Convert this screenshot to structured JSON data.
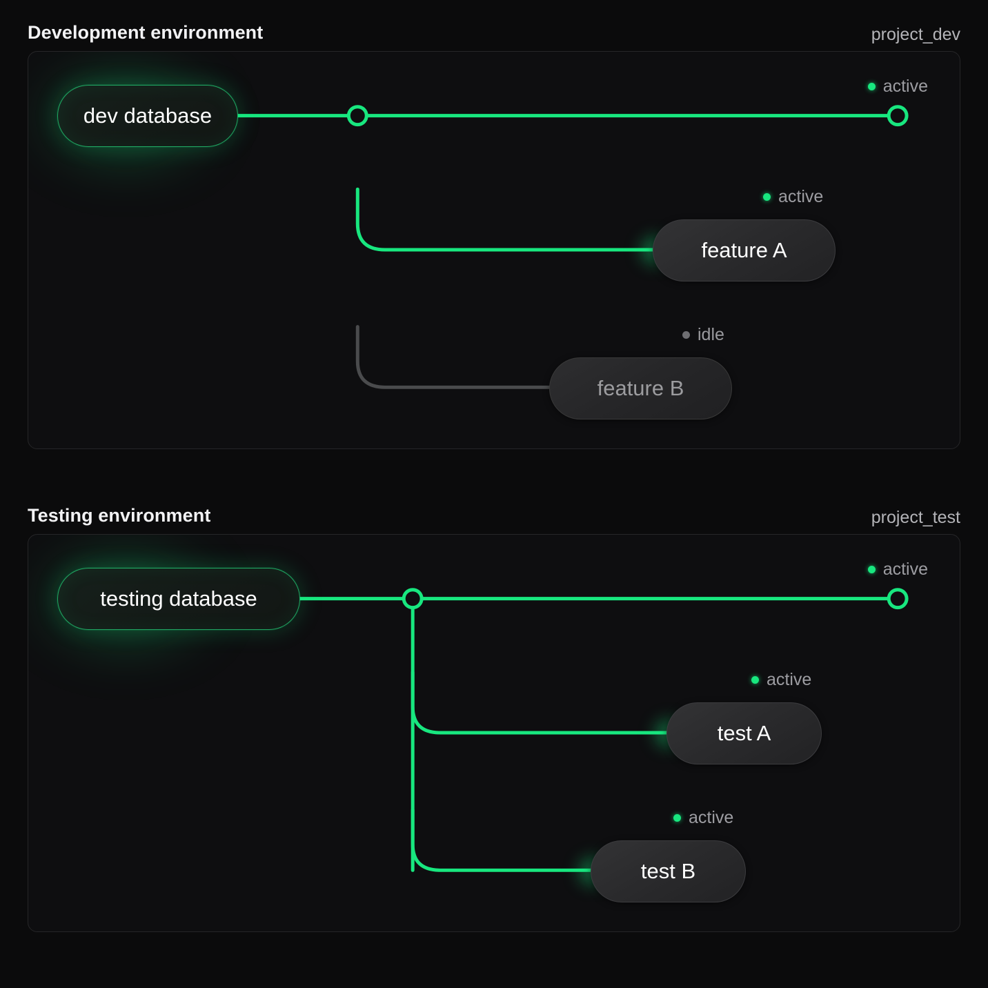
{
  "page": {
    "background": "#0b0b0c",
    "accent": "#18e77f",
    "idle_color": "#6e6e72"
  },
  "sections": [
    {
      "id": "dev",
      "title": "Development environment",
      "project": "project_dev",
      "source": {
        "label": "dev database",
        "status": "active"
      },
      "bus": {
        "status": "active",
        "endpoint_status": "active",
        "endpoint_label": "active"
      },
      "branches": [
        {
          "label": "feature A",
          "status": "active",
          "status_label": "active"
        },
        {
          "label": "feature B",
          "status": "idle",
          "status_label": "idle"
        }
      ]
    },
    {
      "id": "test",
      "title": "Testing environment",
      "project": "project_test",
      "source": {
        "label": "testing database",
        "status": "active"
      },
      "bus": {
        "status": "active",
        "endpoint_status": "active",
        "endpoint_label": "active"
      },
      "branches": [
        {
          "label": "test A",
          "status": "active",
          "status_label": "active"
        },
        {
          "label": "test B",
          "status": "active",
          "status_label": "active"
        }
      ]
    }
  ]
}
